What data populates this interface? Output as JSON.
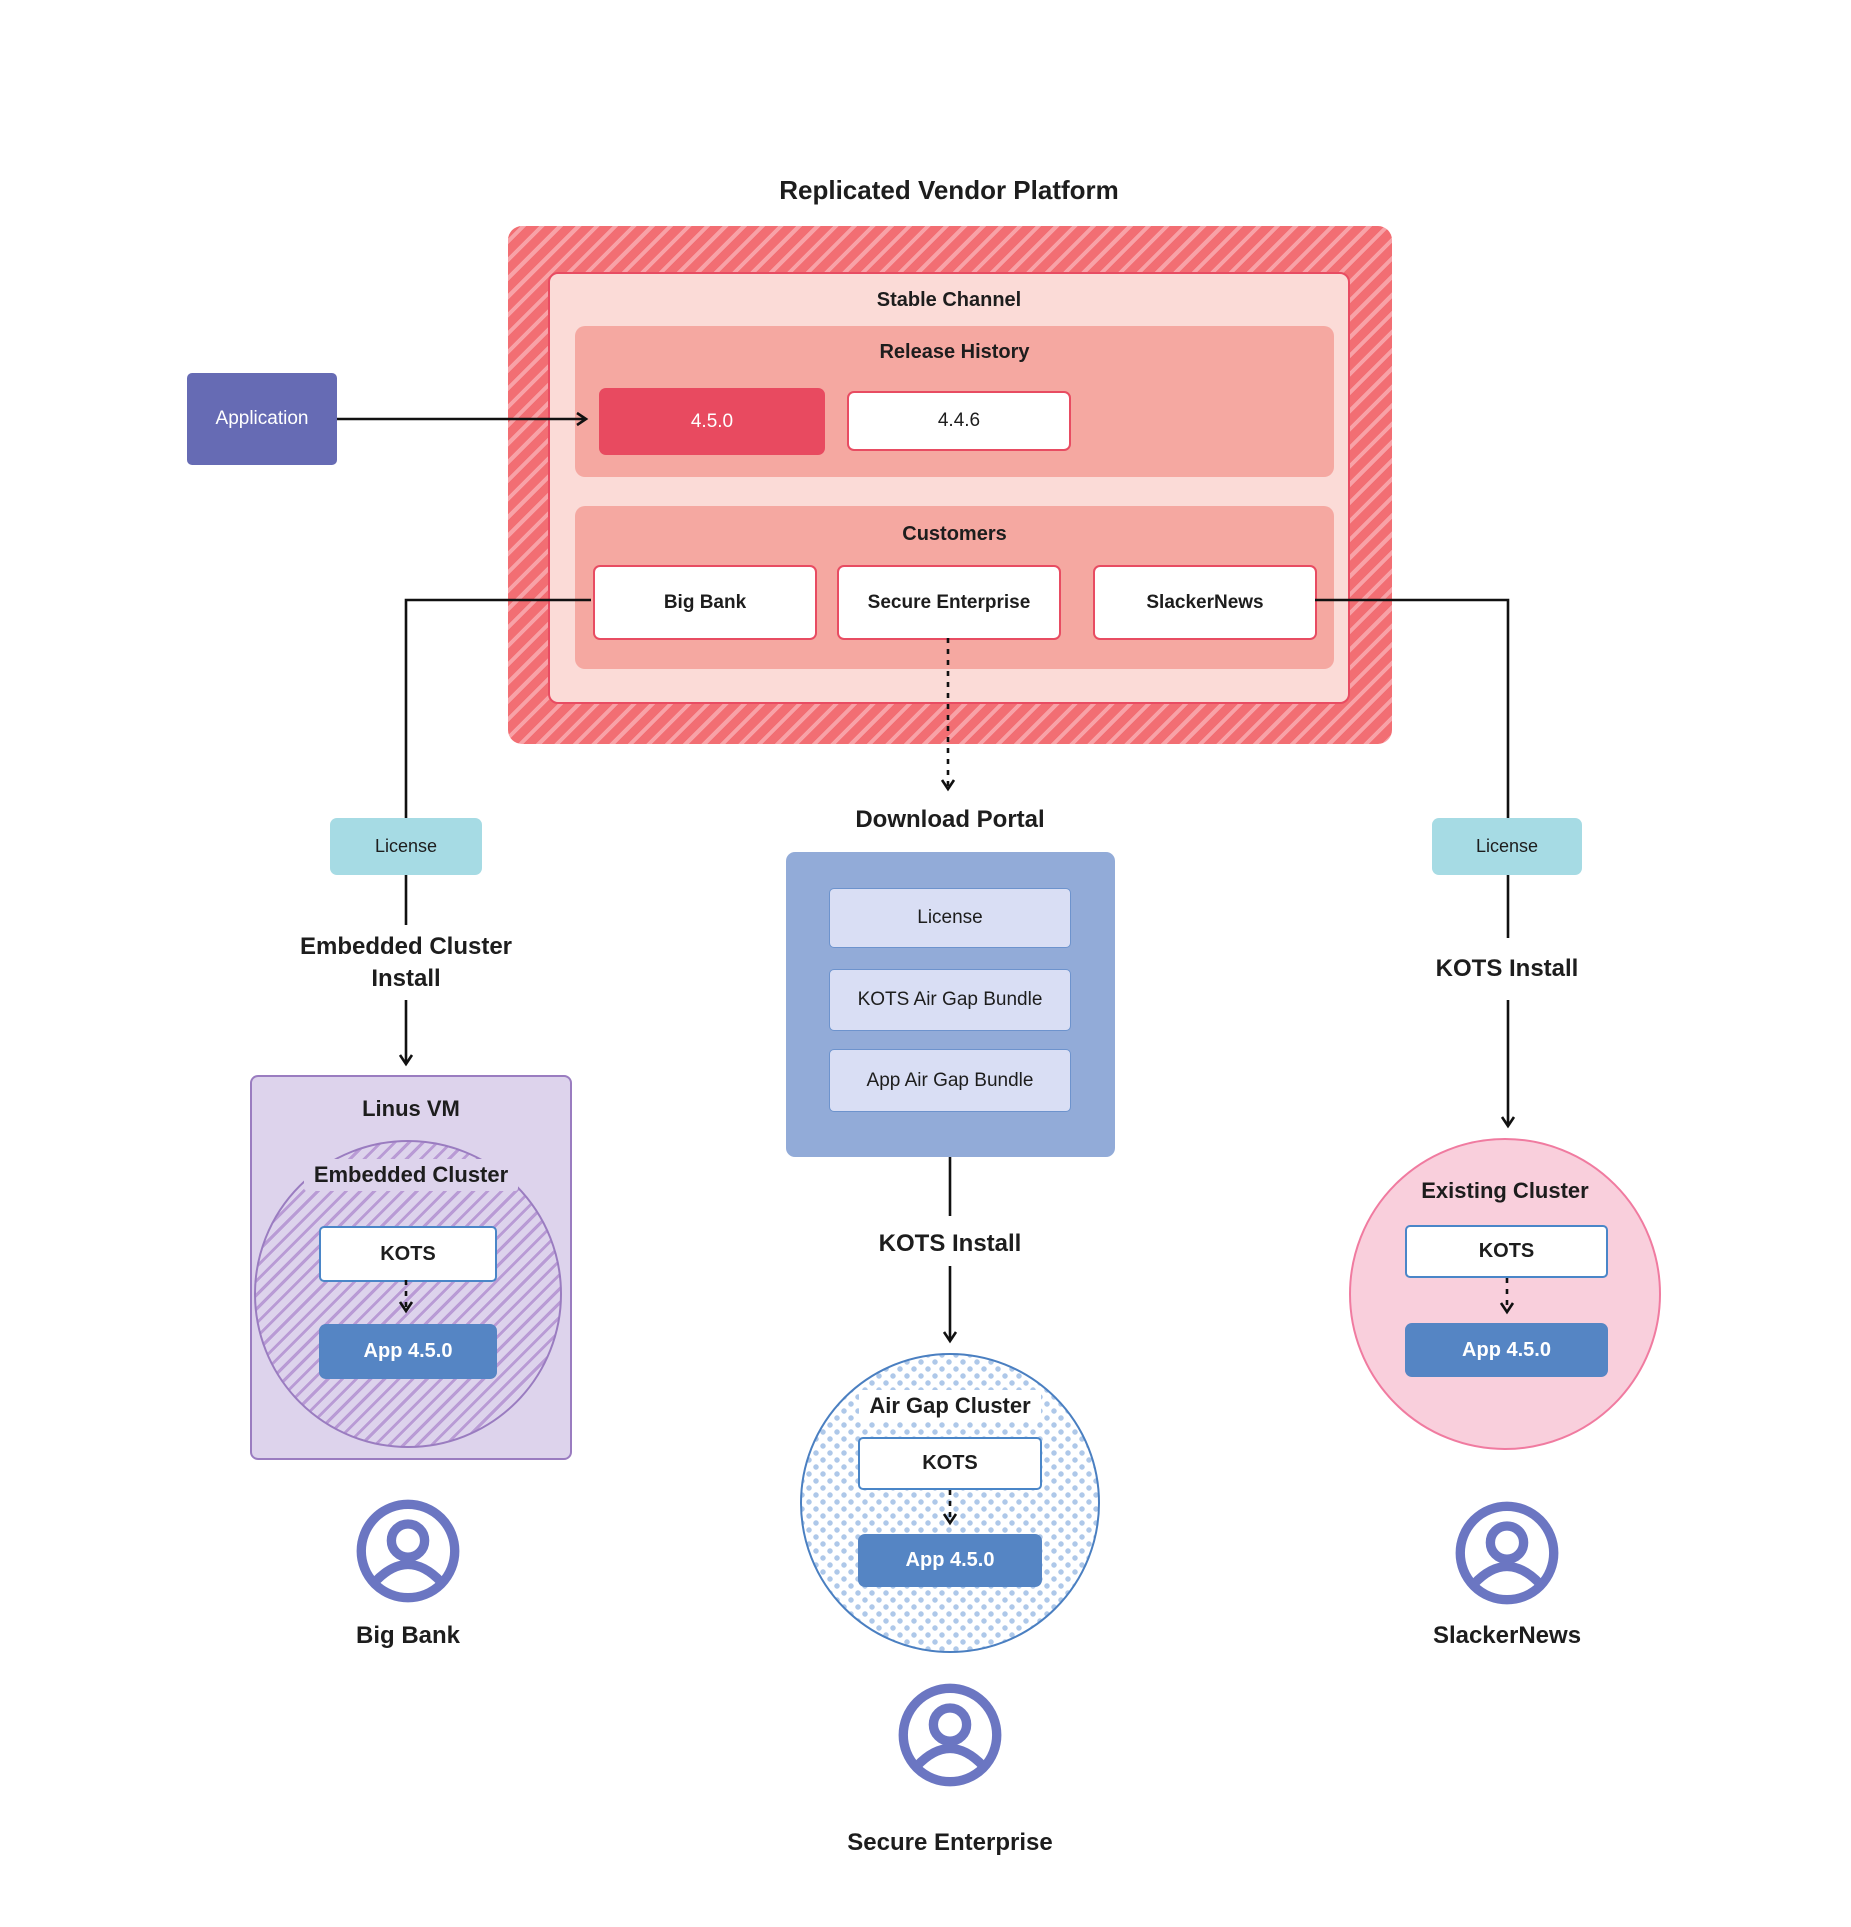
{
  "title": "Replicated Vendor Platform",
  "platform": {
    "stable_channel_label": "Stable Channel",
    "release_history_label": "Release History",
    "releases": [
      {
        "version": "4.5.0",
        "current": true
      },
      {
        "version": "4.4.6",
        "current": false
      }
    ],
    "customers_label": "Customers",
    "customers": [
      "Big Bank",
      "Secure Enterprise",
      "SlackerNews"
    ]
  },
  "application": {
    "label": "Application"
  },
  "flows": {
    "left": {
      "license_label": "License",
      "install_label": "Embedded Cluster Install",
      "vm_label": "Linus VM",
      "cluster_label": "Embedded Cluster",
      "kots_label": "KOTS",
      "app_label": "App 4.5.0",
      "customer_label": "Big Bank"
    },
    "middle": {
      "portal_label": "Download Portal",
      "portal_items": [
        "License",
        "KOTS Air Gap Bundle",
        "App Air Gap Bundle"
      ],
      "install_label": "KOTS Install",
      "cluster_label": "Air Gap Cluster",
      "kots_label": "KOTS",
      "app_label": "App 4.5.0",
      "customer_label": "Secure Enterprise"
    },
    "right": {
      "license_label": "License",
      "install_label": "KOTS Install",
      "cluster_label": "Existing Cluster",
      "kots_label": "KOTS",
      "app_label": "App 4.5.0",
      "customer_label": "SlackerNews"
    }
  },
  "colors": {
    "platform_hatch_base": "#f26e73",
    "platform_hatch_stripe": "#f8a2a7",
    "stable_channel_fill": "#fbdbd7",
    "red_border": "#e84c62",
    "section_fill": "#f5a8a1",
    "current_release_fill": "#e84a60",
    "application_fill": "#666bb4",
    "license_fill": "#a6dbe4",
    "portal_fill": "#92abd8",
    "portal_item_fill": "#d9def4",
    "app_version_fill": "#5585c4",
    "kots_border": "#4a86c8",
    "vm_fill": "#ddd3ec",
    "vm_border": "#9a7cc0",
    "purple_hatch_stripe": "#b99bd5",
    "airgap_dot": "#aec8e9",
    "airgap_border": "#4a7fc1",
    "existing_fill": "#f9cfdc",
    "existing_border": "#f07ba0",
    "person_icon": "#6b76c2",
    "connector": "#111111"
  }
}
